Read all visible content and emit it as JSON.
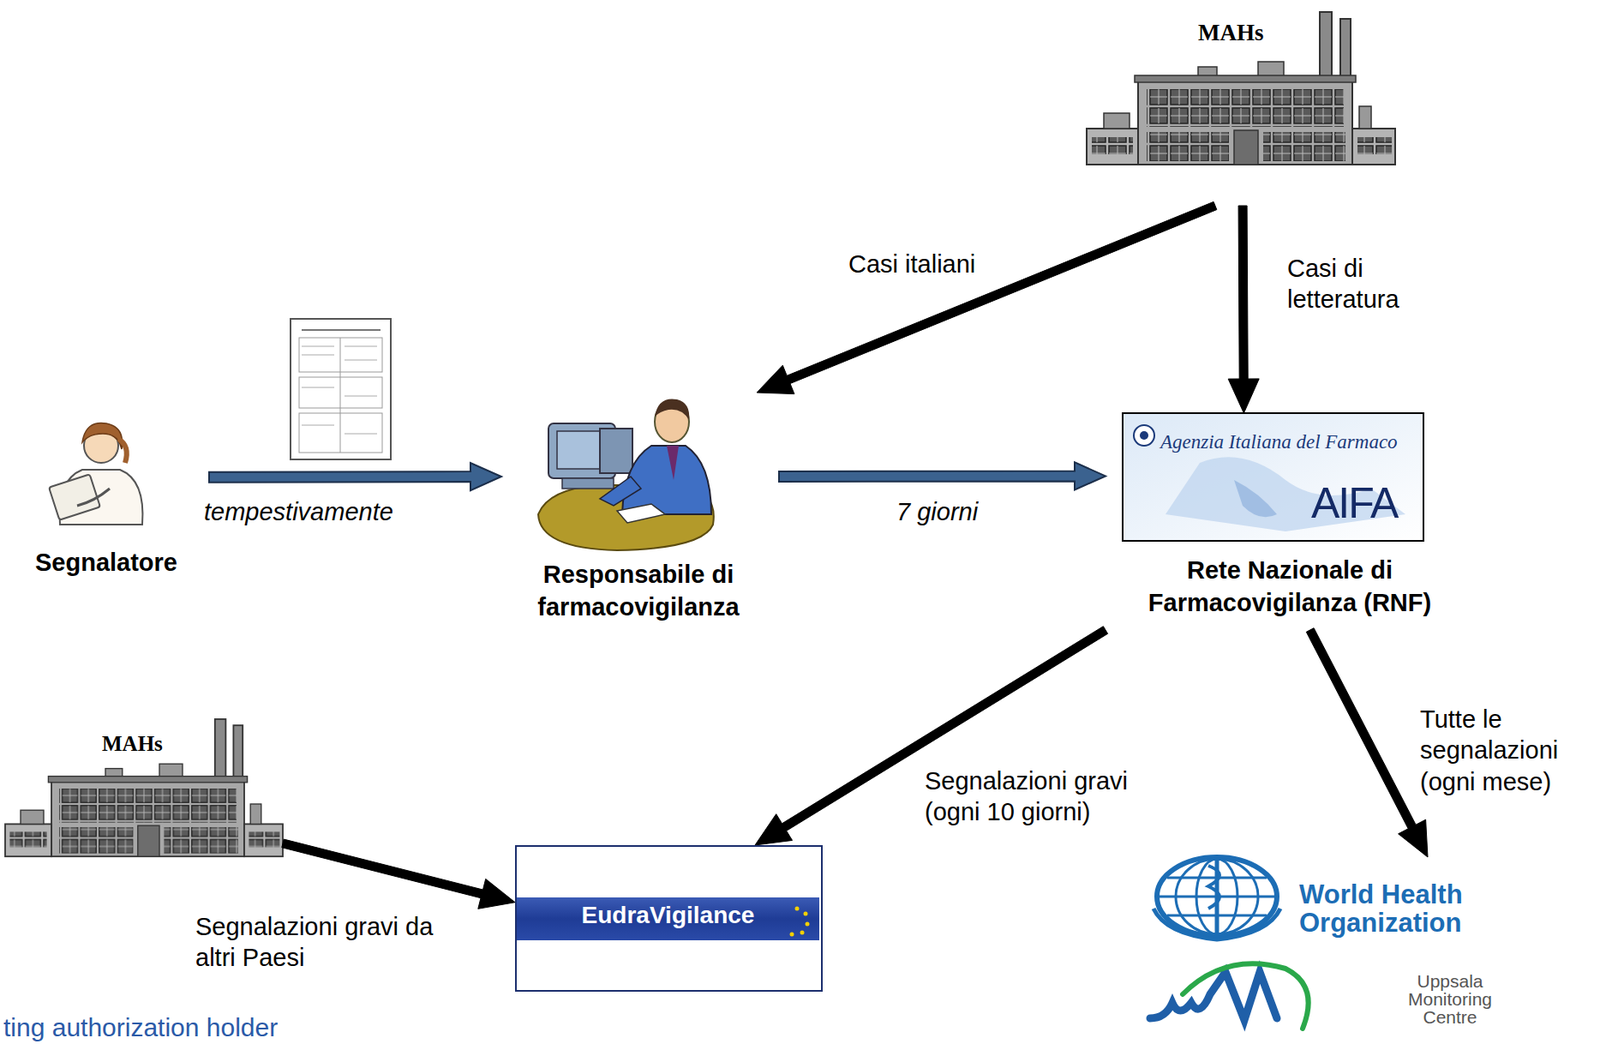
{
  "diagram": {
    "nodes": [
      {
        "text": [
          "MAHs"
        ]
      },
      {
        "text": [
          "Segnalatore"
        ]
      },
      {
        "text": [
          "Responsabile di farmacovigilanza"
        ]
      },
      {
        "text": [
          "Agenzia Italiana del Farmaco",
          "AIFA",
          "Rete Nazionale di Farmacovigilanza (RNF)"
        ]
      },
      {
        "text": [
          "MAHs"
        ]
      },
      {
        "text": [
          "EudraVigilance"
        ]
      },
      {
        "text": [
          "World Health Organization",
          "Uppsala Monitoring Centre"
        ]
      }
    ],
    "edges": [
      {
        "from": 1,
        "to": 2,
        "arrow": "to",
        "label": "tempestivamente"
      },
      {
        "from": 0,
        "to": 2,
        "arrow": "to",
        "label": "Casi italiani"
      },
      {
        "from": 0,
        "to": 3,
        "arrow": "to",
        "label": "Casi di letteratura"
      },
      {
        "from": 2,
        "to": 3,
        "arrow": "to",
        "label": "7 giorni"
      },
      {
        "from": 3,
        "to": 5,
        "arrow": "to",
        "label": "Segnalazioni gravi (ogni 10 giorni)"
      },
      {
        "from": 3,
        "to": 6,
        "arrow": "to",
        "label": "Tutte le segnalazioni (ogni mese)"
      },
      {
        "from": 4,
        "to": 5,
        "arrow": "to",
        "label": "Segnalazioni gravi da altri Paesi"
      }
    ],
    "labels": [
      "ting authorization holder"
    ]
  }
}
